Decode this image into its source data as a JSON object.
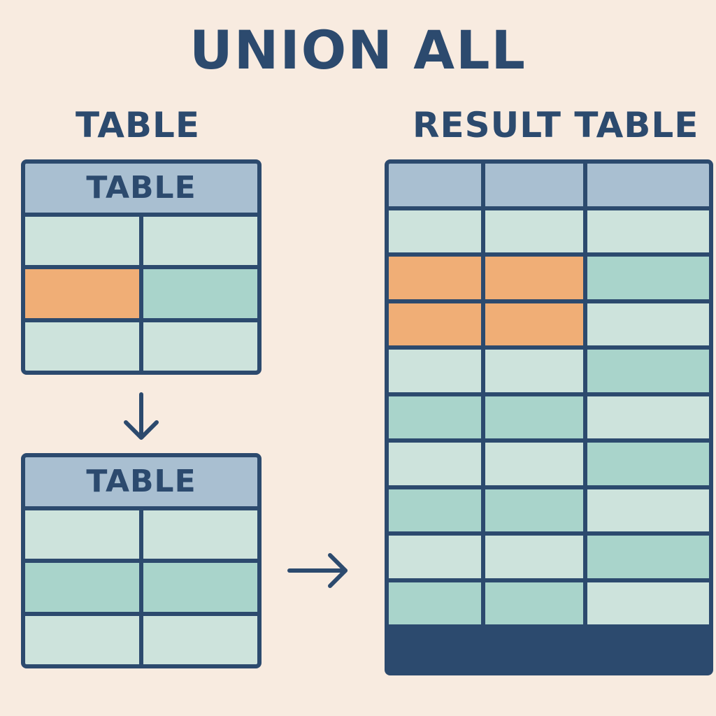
{
  "title": "UNION ALL",
  "left_label": "TABLE",
  "right_label": "RESULT TABLE",
  "table_a": {
    "header": "TABLE",
    "rows": [
      [
        "light",
        "light"
      ],
      [
        "orange",
        "teal"
      ],
      [
        "light",
        "light"
      ]
    ]
  },
  "table_b": {
    "header": "TABLE",
    "rows": [
      [
        "light",
        "light"
      ],
      [
        "teal",
        "teal"
      ],
      [
        "light",
        "light"
      ]
    ]
  },
  "result_table": {
    "header_cells": [
      "",
      "",
      ""
    ],
    "rows": [
      [
        "light",
        "light",
        "light"
      ],
      [
        "orange",
        "orange",
        "teal"
      ],
      [
        "orange",
        "orange",
        "light"
      ],
      [
        "light",
        "light",
        "teal"
      ],
      [
        "teal",
        "teal",
        "light"
      ],
      [
        "light",
        "light",
        "teal"
      ],
      [
        "teal",
        "teal",
        "light"
      ],
      [
        "light",
        "light",
        "teal"
      ],
      [
        "teal",
        "teal",
        "light"
      ]
    ]
  },
  "arrows": {
    "down": "arrow-down-icon",
    "right": "arrow-right-icon"
  },
  "colors": {
    "background": "#f8ebe0",
    "outline": "#2c4a6e",
    "header": "#a9bfd1",
    "light": "#cde3dc",
    "teal": "#a9d4cb",
    "orange": "#f0ae76"
  }
}
